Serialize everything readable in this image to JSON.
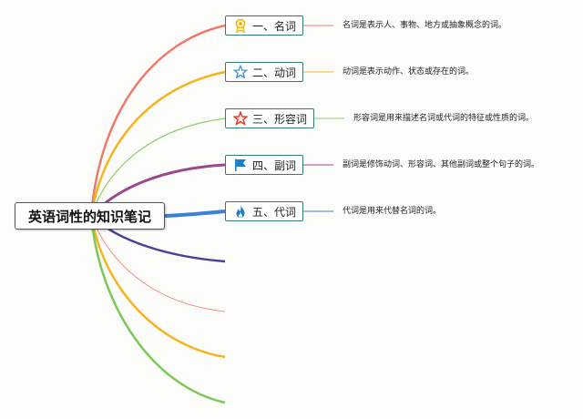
{
  "root": {
    "label": "英语词性的知识笔记"
  },
  "topics": [
    {
      "label": "一、名词",
      "icon": "ribbon-badge-icon",
      "color": "#ef7a6a",
      "description": "名词是表示人、事物、地方或抽象概念的词。"
    },
    {
      "label": "二、动词",
      "icon": "star-outline-icon",
      "color": "#f3b422",
      "description": "动词是表示动作、状态或存在的词。"
    },
    {
      "label": "三、形容词",
      "icon": "star-red-icon",
      "color": "#8ccf6a",
      "description": "形容词是用来描述名词或代词的特征或性质的词。"
    },
    {
      "label": "四、副词",
      "icon": "flag-icon",
      "color": "#9a4a8c",
      "description": "副词是修饰动词、形容词、其他副词或整个句子的词。"
    },
    {
      "label": "五、代词",
      "icon": "flame-icon",
      "color": "#3d80d8",
      "description": "代词是用来代替名词的词。"
    }
  ],
  "extra_branch_colors": [
    "#4b3f9a",
    "#f08f7c",
    "#f3b422",
    "#7cc85a"
  ]
}
